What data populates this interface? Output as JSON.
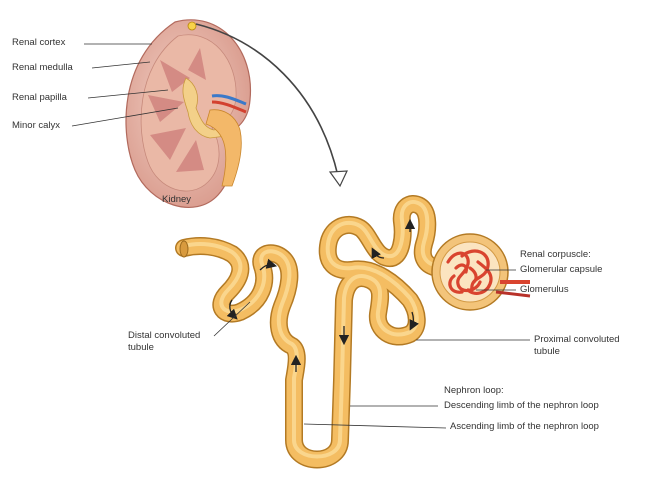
{
  "kidney": {
    "caption": "Kidney",
    "labels": {
      "renal_cortex": "Renal cortex",
      "renal_medulla": "Renal medulla",
      "renal_papilla": "Renal papilla",
      "minor_calyx": "Minor calyx"
    }
  },
  "nephron": {
    "renal_corpuscle": "Renal corpuscle:",
    "glomerular_capsule": "Glomerular capsule",
    "glomerulus": "Glomerulus",
    "proximal_line1": "Proximal convoluted",
    "proximal_line2": "tubule",
    "distal_line1": "Distal convoluted",
    "distal_line2": "tubule",
    "nephron_loop": "Nephron loop:",
    "descending_limb": "Descending limb of the nephron loop",
    "ascending_limb": "Ascending limb of the nephron loop"
  },
  "colors": {
    "tubule": "#f4bd62",
    "tubule_edge": "#c98a2c",
    "glomerulus": "#d9442f",
    "kidney_cortex": "#e9b7a7",
    "kidney_medulla": "#d9908a"
  }
}
